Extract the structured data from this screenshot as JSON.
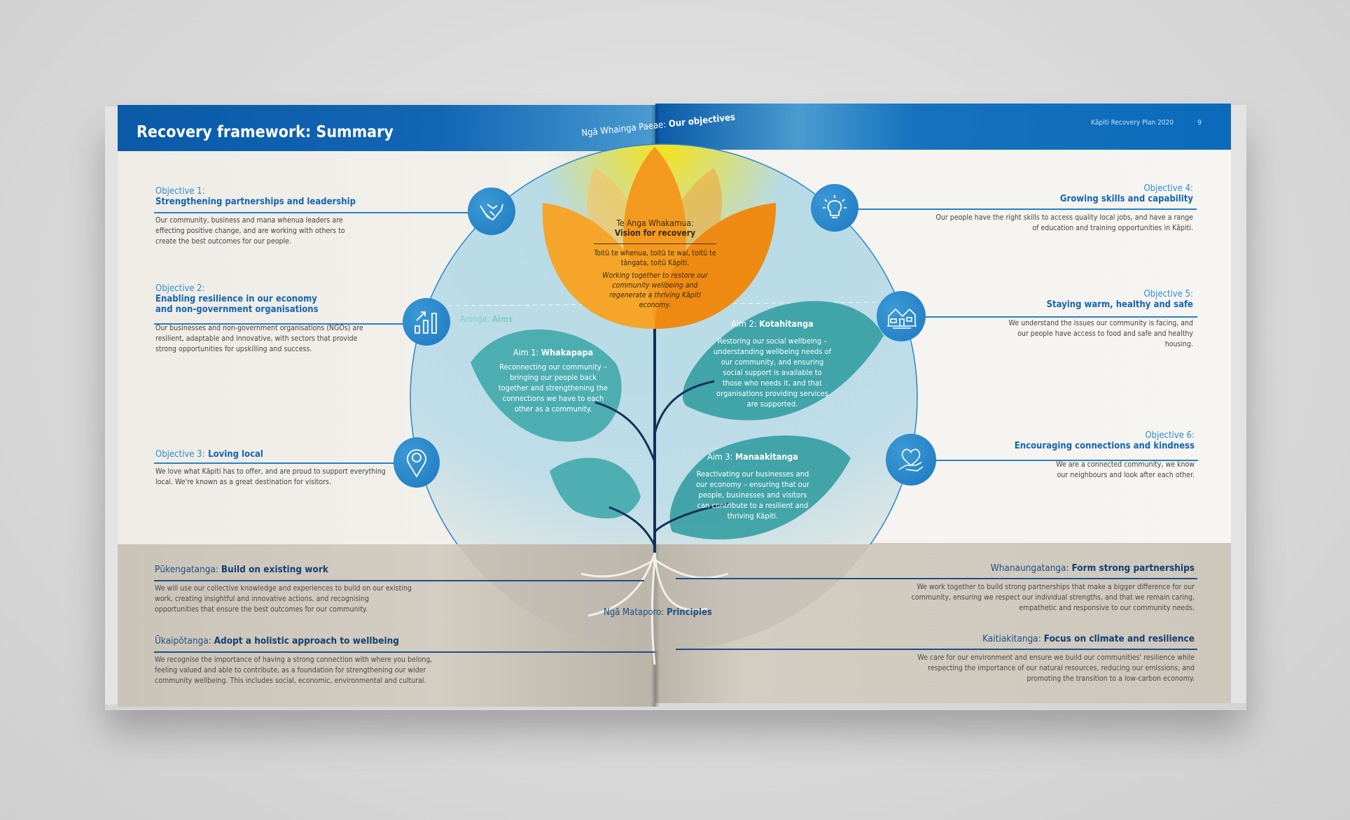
{
  "header": {
    "title": "Recovery framework: Summary",
    "publication": "Kāpiti Recovery Plan 2020",
    "page_number": "9"
  },
  "objectives_heading": {
    "label": "Ngā Whainga Paeae:",
    "bold": "Our objectives"
  },
  "vision": {
    "label": "Te Anga Whakamua:",
    "title": "Vision for recovery",
    "motto": "Toitū te whenua, toitū te wai, toitū te tāngata, toitū Kāpiti.",
    "text": "Working together to restore our community wellbeing and regenerate a thriving Kāpiti economy."
  },
  "aims_heading": {
    "label": "Aronga:",
    "bold": "Aims"
  },
  "aims": [
    {
      "label": "Aim 1:",
      "name": "Whakapapa",
      "text": "Reconnecting our community – bringing our people back together and strengthening the connections we have to each other as a community."
    },
    {
      "label": "Aim 2:",
      "name": "Kotahitanga",
      "text": "Restoring our social wellbeing – understanding wellbeing needs of our community, and ensuring social support is available to those who needs it, and that organisations providing services are supported."
    },
    {
      "label": "Aim 3:",
      "name": "Manaakitanga",
      "text": "Reactivating our businesses and our economy – ensuring that our people, businesses and visitors can contribute to a resilient and thriving Kāpiti."
    }
  ],
  "objectives": [
    {
      "label": "Objective 1:",
      "title": "Strengthening partnerships and leadership",
      "text": "Our community, business and mana whenua leaders are effecting positive change, and are working with others to create the best outcomes for our people.",
      "icon": "handshake-icon"
    },
    {
      "label": "Objective 2:",
      "title": "Enabling resilience in our economy and non-government organisations",
      "text": "Our businesses and non-government organisations (NGOs) are resilient, adaptable and innovative, with sectors that provide strong opportunities for upskilling and success.",
      "icon": "bar-chart-icon"
    },
    {
      "label": "Objective 3:",
      "title": "Loving local",
      "text": "We love what Kāpiti has to offer, and are proud to support everything local. We're known as a great destination for visitors.",
      "icon": "map-pin-icon"
    },
    {
      "label": "Objective 4:",
      "title": "Growing skills and capability",
      "text": "Our people have the right skills to access quality local jobs, and have a range of education and training opportunities in Kāpiti.",
      "icon": "lightbulb-icon"
    },
    {
      "label": "Objective 5:",
      "title": "Staying warm, healthy and safe",
      "text": "We understand the issues our community is facing, and our people have access to food and safe and healthy housing.",
      "icon": "house-icon"
    },
    {
      "label": "Objective 6:",
      "title": "Encouraging connections and kindness",
      "text": "We are a connected community, we know our neighbours and look after each other.",
      "icon": "heart-hand-icon"
    }
  ],
  "principles_heading": {
    "label": "Ngā Mataporo:",
    "bold": "Principles"
  },
  "principles": [
    {
      "label": "Pūkengatanga:",
      "title": "Build on existing work",
      "text": "We will use our collective knowledge and experiences to build on our existing work, creating insightful and innovative actions, and recognising opportunities that ensure the best outcomes for our community."
    },
    {
      "label": "Ūkaipōtanga:",
      "title": "Adopt a holistic approach to wellbeing",
      "text": "We recognise the importance of having a strong connection with where you belong, feeling valued and able to contribute, as a foundation for strengthening our wider community wellbeing. This includes social, economic, environmental and cultural."
    },
    {
      "label": "Whanaungatanga:",
      "title": "Form strong partnerships",
      "text": "We work together to build strong partnerships that make a bigger difference for our community, ensuring we respect our individual strengths, and that we remain caring, empathetic and responsive to our community needs."
    },
    {
      "label": "Kaitiakitanga:",
      "title": "Focus on climate and resilience",
      "text": "We care for our environment and ensure we build our communities' resilience while respecting the importance of our natural resources, reducing our emissions, and promoting the transition to a low-carbon economy."
    }
  ],
  "colors": {
    "header_blue": "#0a5aa8",
    "accent_blue": "#1d78c0",
    "leaf_teal": "#3aa6a8",
    "petal_orange": "#f39a1e",
    "ground": "#c9c3b8"
  }
}
